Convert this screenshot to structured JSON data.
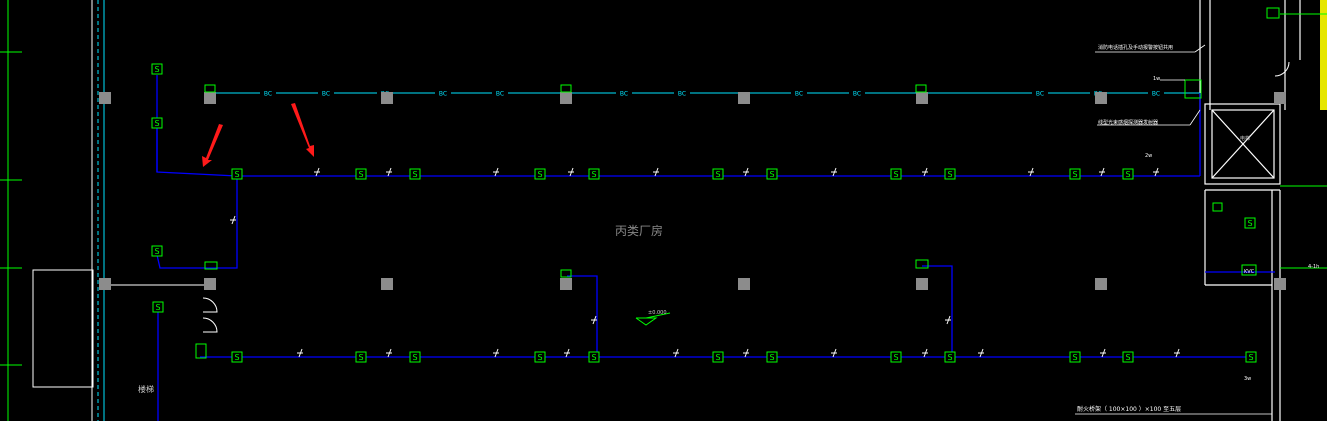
{
  "drawing": {
    "room_label": "丙类厂房",
    "bus_label": "BC",
    "detector_symbol": "S",
    "level_mark": "±0.000",
    "stair_label": "楼梯",
    "note_top": "消防电话插孔及手动报警按钮共用",
    "note_mid": "线型光束感烟探测器发射器",
    "tray_label": "耐火桥架（  100×100  ）×100 至五层",
    "tag_1": "1w",
    "tag_2": "2w",
    "tag_3": "3w",
    "tag_kvc": "KVC",
    "tag_4w": "4-1h",
    "tag_elev": "电梯"
  },
  "colors": {
    "wire": "#0000ff",
    "bus": "#00e5ff",
    "device": "#00ff00",
    "column": "#8c8c8c",
    "wall": "#ffffff",
    "arrow": "#ff1a1a",
    "text": "#cccccc"
  }
}
